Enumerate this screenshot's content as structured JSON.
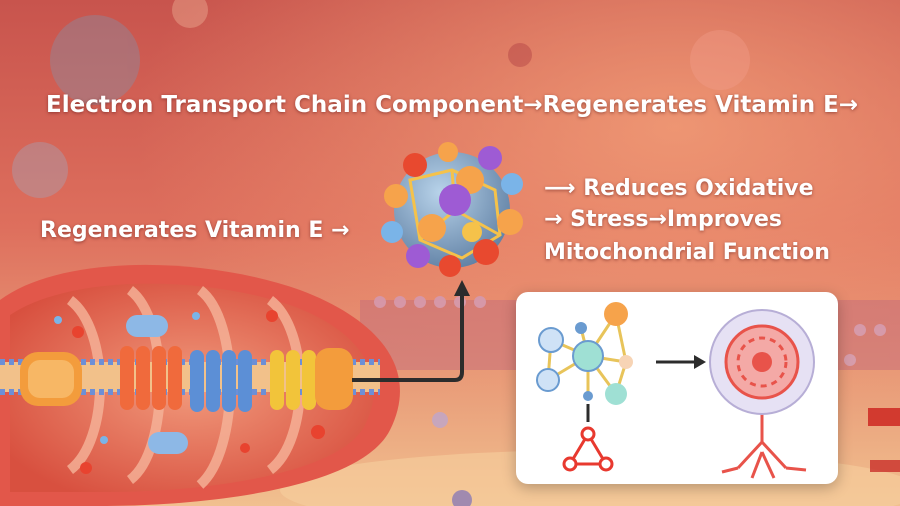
{
  "diagram": {
    "title": "Electron Transport Chain Component→Regenerates Vitamin E→",
    "left_label": "Regenerates Vitamin E →",
    "right_lines": [
      "⟶  Reduces Oxidative",
      "→ Stress→Improves",
      "Mitochondrial Function"
    ]
  },
  "colors": {
    "background_top": "#d9645a",
    "background_bottom": "#f0b78a",
    "membrane_red": "#e0524a",
    "molecule_blue": "#7fa6c9",
    "text": "#ffffff"
  },
  "icons": [
    "mitochondrion-illustration",
    "molecule-cluster",
    "network-icon",
    "cell-icon",
    "arrow-icon"
  ]
}
